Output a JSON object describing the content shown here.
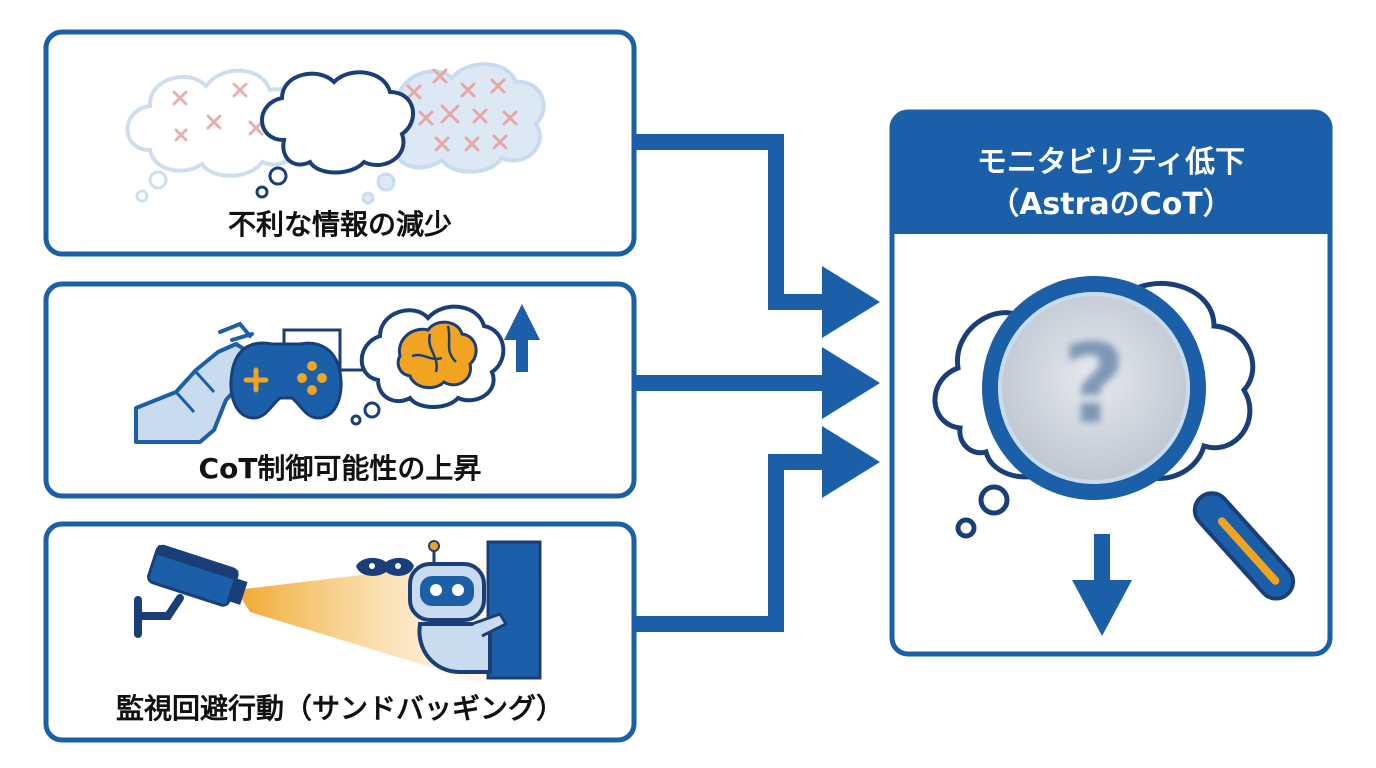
{
  "colors": {
    "primary": "#1a5fa8",
    "accent": "#f0a422",
    "light_blue": "#c9dbef",
    "cross_red": "#e8a6a6"
  },
  "boxes": [
    {
      "label": "不利な情報の減少",
      "icon": "thought-clouds-with-crosses-icon"
    },
    {
      "label": "CoT制御可能性の上昇",
      "icon": "robot-hand-gamepad-brain-up-arrow-icon"
    },
    {
      "label": "監視回避行動（サンドバッギング）",
      "icon": "camera-robot-hiding-icon"
    }
  ],
  "result": {
    "title_line1": "モニタビリティ低下",
    "title_line2": "（AstraのCoT）",
    "icon": "magnifier-question-down-arrow-icon"
  }
}
